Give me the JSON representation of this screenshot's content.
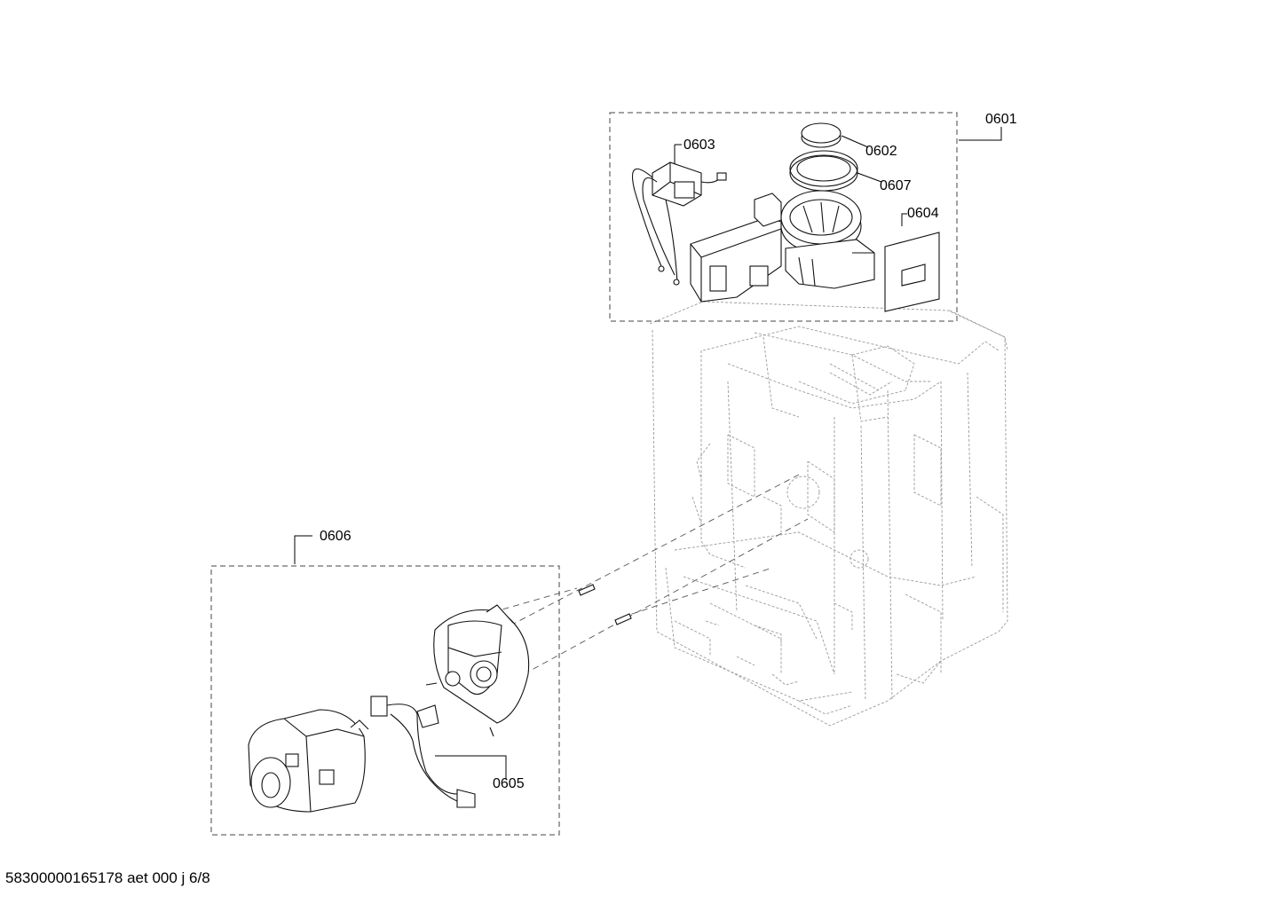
{
  "diagram": {
    "parts": {
      "p0601": "0601",
      "p0602": "0602",
      "p0603": "0603",
      "p0604": "0604",
      "p0605": "0605",
      "p0606": "0606",
      "p0607": "0607"
    },
    "footer": "58300000165178 aet 000 j 6/8"
  }
}
